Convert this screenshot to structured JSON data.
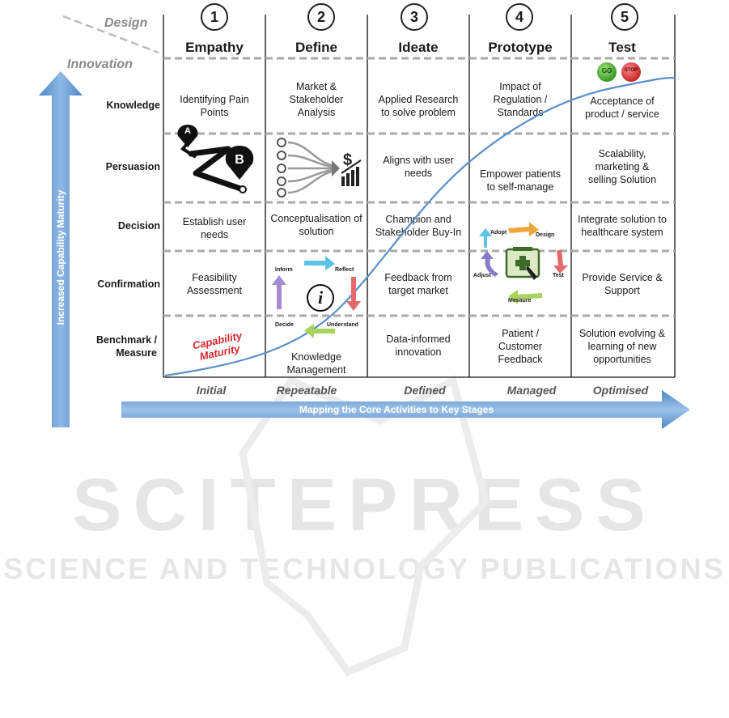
{
  "figure": {
    "top_labels": {
      "design": "Design",
      "innovation": "Innovation"
    },
    "y_axis_label": "Increased Capability Maturity",
    "x_axis_label": "Mapping the Core Activities to Key Stages",
    "curve_label": "Capability Maturity",
    "stages": [
      {
        "number": "1",
        "name": "Empathy"
      },
      {
        "number": "2",
        "name": "Define"
      },
      {
        "number": "3",
        "name": "Ideate"
      },
      {
        "number": "4",
        "name": "Prototype"
      },
      {
        "number": "5",
        "name": "Test"
      }
    ],
    "rows": [
      "Knowledge",
      "Persuasion",
      "Decision",
      "Confirmation",
      "Benchmark / Measure"
    ],
    "cells": {
      "knowledge": [
        "Identifying Pain Points",
        "Market & Stakeholder Analysis",
        "Applied Research to solve problem",
        "Impact of Regulation / Standards",
        "Acceptance of product / service"
      ],
      "persuasion": [
        "",
        "",
        "Aligns with user needs",
        "Empower patients to self-manage",
        "Scalability, marketing & selling Solution"
      ],
      "decision": [
        "Establish user needs",
        "Conceptualisation of solution",
        "Champion and Stakeholder Buy-In",
        "",
        "Integrate solution to healthcare system"
      ],
      "confirmation": [
        "Feasibility Assessment",
        "",
        "Feedback from target market",
        "",
        "Provide Service & Support"
      ],
      "benchmark": [
        "",
        "Knowledge Management",
        "Data-informed innovation",
        "Patient / Customer Feedback",
        "Solution evolving & learning of new opportunities"
      ]
    },
    "maturity_levels": [
      "Initial",
      "Repeatable",
      "Defined",
      "Managed",
      "Optimised"
    ],
    "define_cycle": {
      "inform": "Inform",
      "reflect": "Reflect",
      "understand": "Understand",
      "decide": "Decide"
    },
    "prototype_cycle": {
      "adopt": "Adopt",
      "design": "Design",
      "test": "Test",
      "measure": "Mesaure",
      "adjust": "Adjust"
    },
    "signs": {
      "go": "GO",
      "stop": "STOP"
    },
    "pins": {
      "a": "A",
      "b": "B"
    },
    "info_glyph": "i"
  },
  "watermark": {
    "line1": "SCITEPRESS",
    "line2": "SCIENCE AND TECHNOLOGY PUBLICATIONS"
  }
}
